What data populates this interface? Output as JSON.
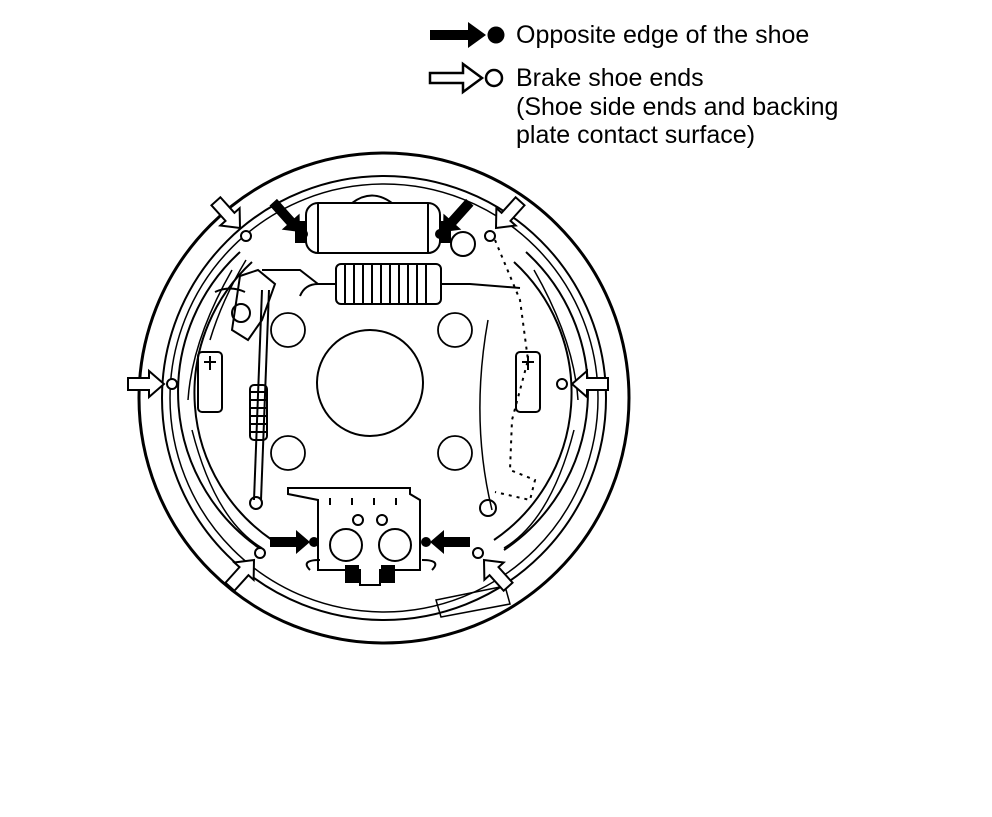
{
  "legend": {
    "items": [
      {
        "symbol": "filled-arrow-dot",
        "lines": [
          "Opposite edge of the shoe"
        ]
      },
      {
        "symbol": "hollow-arrow-circle",
        "lines": [
          "Brake shoe ends",
          "(Shoe side ends and backing",
          "plate contact surface)"
        ]
      }
    ]
  },
  "colors": {
    "ink": "#000000",
    "paper": "#ffffff"
  },
  "icons": {
    "filled": "filled-arrow-dot-icon",
    "hollow": "hollow-arrow-circle-icon"
  }
}
